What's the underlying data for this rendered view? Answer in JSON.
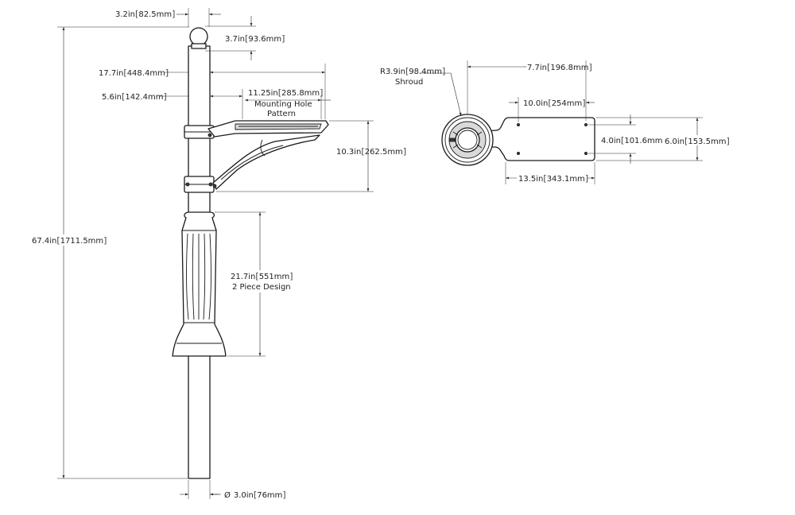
{
  "dimensions": {
    "finial_width": {
      "inch": "3.2in",
      "mm": "82.5mm"
    },
    "finial_height": {
      "inch": "3.7in",
      "mm": "93.6mm"
    },
    "arm_length": {
      "inch": "17.7in",
      "mm": "448.4mm"
    },
    "mount_offset": {
      "inch": "5.6in",
      "mm": "142.4mm"
    },
    "mount_pattern": {
      "inch": "11.25in",
      "mm": "285.8mm",
      "caption_1": "Mounting Hole",
      "caption_2": "Pattern"
    },
    "bracket_height": {
      "inch": "10.3in",
      "mm": "262.5mm"
    },
    "total_height": {
      "inch": "67.4in",
      "mm": "1711.5mm"
    },
    "shroud_height": {
      "inch": "21.7in",
      "mm": "551mm",
      "caption": "2 Piece Design"
    },
    "post_diameter": {
      "symbol": "Ø",
      "inch": "3.0in",
      "mm": "76mm"
    },
    "shroud_radius": {
      "inch": "R3.9in",
      "mm": "98.4mm",
      "caption": "Shroud"
    },
    "plate_hole_offset": {
      "inch": "7.7in",
      "mm": "196.8mm"
    },
    "plate_hole_spacing": {
      "inch": "10.0in",
      "mm": "254mm"
    },
    "plate_length": {
      "inch": "13.5in",
      "mm": "343.1mm"
    },
    "plate_hole_vertical": {
      "inch": "4.0in",
      "mm": "101.6mm"
    },
    "plate_width": {
      "inch": "6.0in",
      "mm": "153.5mm"
    }
  }
}
